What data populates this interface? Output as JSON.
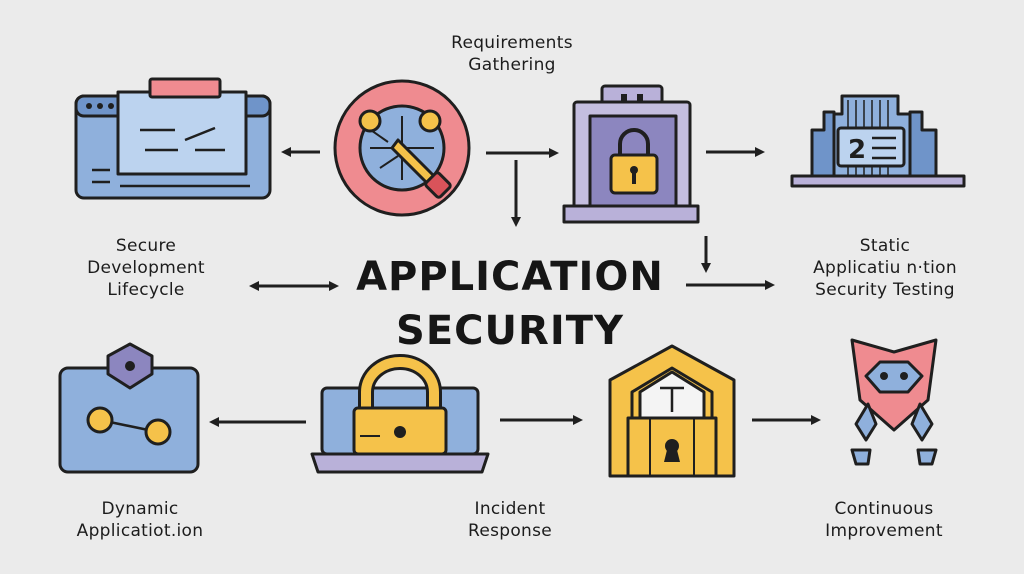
{
  "center": {
    "title_line1": "APPLICATION",
    "title_line2": "SECURITY"
  },
  "nodes": {
    "requirements": {
      "line1": "Requirements",
      "line2": "Gathering",
      "icon": "target-pencil-icon"
    },
    "sdlc": {
      "line1": "Secure",
      "line2": "Development",
      "line3": "Lifecycle",
      "icon": "browser-window-icon"
    },
    "vault": {
      "icon": "padlock-vault-icon"
    },
    "sast": {
      "line1": "Static",
      "line2": "Applicatiu n·tion",
      "line3": "Security Testing",
      "icon": "building-server-icon"
    },
    "dast": {
      "line1": "Dynamic",
      "line2": "Applicatiot.ion",
      "icon": "network-panel-icon"
    },
    "incident": {
      "line1": "Incident",
      "line2": "Response",
      "icon": "laptop-lock-icon"
    },
    "house": {
      "icon": "locked-house-icon"
    },
    "improvement": {
      "line1": "Continuous",
      "line2": "Improvement",
      "icon": "shield-robot-icon"
    }
  },
  "colors": {
    "outline": "#1f1f1f",
    "blue": "#8fb0dc",
    "lightblue": "#bcd3ef",
    "pink": "#ef8b90",
    "yellow": "#f5c24a",
    "purple": "#8c86bf",
    "lavender": "#b9b1d9"
  }
}
